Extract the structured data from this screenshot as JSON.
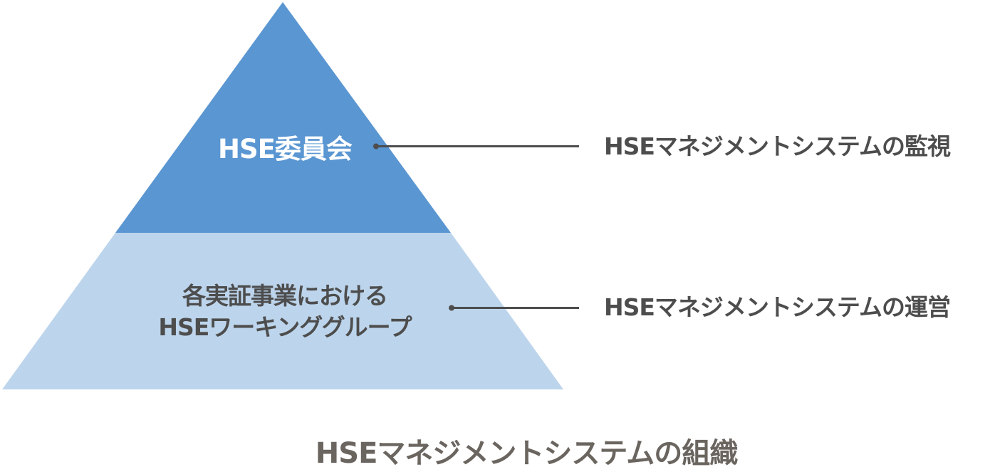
{
  "title": "HSEマネジメントシステムの組織",
  "colors": {
    "top_tier": "#5a96d2",
    "bottom_tier": "#bdd5ec",
    "connector": "#4d4d4d",
    "label_text": "#4d4d4d",
    "top_tier_text": "#ffffff",
    "title_text": "#6b6560"
  },
  "pyramid": {
    "tiers": [
      {
        "level": "top",
        "label": "HSE委員会",
        "role": "HSEマネジメントシステムの監視"
      },
      {
        "level": "bottom",
        "label_line1": "各実証事業における",
        "label_line2": "HSEワーキンググループ",
        "role": "HSEマネジメントシステムの運営"
      }
    ]
  }
}
